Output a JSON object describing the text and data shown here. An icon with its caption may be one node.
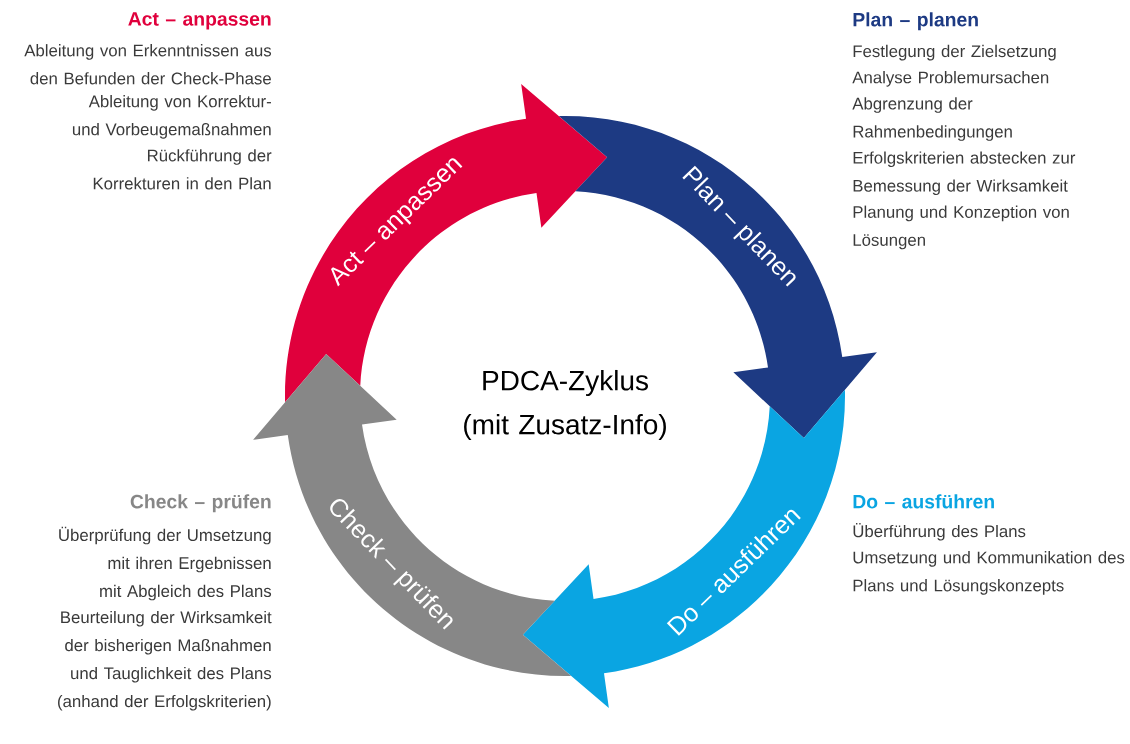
{
  "diagram": {
    "title": "PDCA-Zyklus (mit Zusatz-Info)",
    "nodes": [
      {
        "text": [
          "Act – anpassen"
        ],
        "beside": [
          "Act – anpassen",
          "Ableitung von Erkenntnissen aus den Befunden der Check-Phase",
          "Ableitung von Korrektur- und Vorbeugemaßnahmen",
          "Rückführung der Korrekturen in den Plan"
        ]
      },
      {
        "text": [
          "Plan – planen"
        ],
        "beside": [
          "Plan – planen",
          "Festlegung der Zielsetzung",
          "Analyse Problemursachen",
          "Abgrenzung der Rahmenbedingungen",
          "Erfolgskriterien abstecken zur Bemessung der Wirksamkeit",
          "Planung und Konzeption von Lösungen"
        ]
      },
      {
        "text": [
          "Do – ausführen"
        ],
        "beside": [
          "Do – ausführen",
          "Überführung des Plans",
          "Umsetzung und Kommunikation des Plans und Lösungskonzepts"
        ]
      },
      {
        "text": [
          "Check – prüfen"
        ],
        "beside": [
          "Check – prüfen",
          "Überprüfung der Umsetzung mit ihren Ergebnissen mit Abgleich des Plans",
          "Beurteilung der Wirksamkeit der bisherigen Maßnahmen und Tauglichkeit des Plans (anhand der Erfolgskriterien)"
        ]
      }
    ]
  }
}
